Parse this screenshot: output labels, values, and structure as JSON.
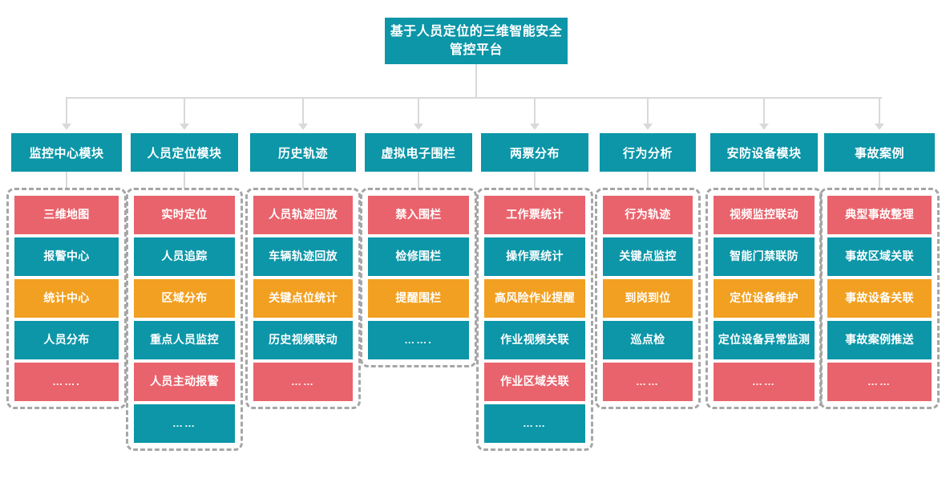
{
  "title": {
    "text": "基于人员定位的三维智能安全管控平台"
  },
  "colors": {
    "teal": "#0c96a8",
    "red": "#e9636c",
    "amber": "#f2a021",
    "connector": "#d9d9d9",
    "dashed_border": "#a6a6a6",
    "background": "#ffffff"
  },
  "columns": [
    {
      "header": "监控中心模块",
      "items": [
        {
          "label": "三维地图",
          "color": "red"
        },
        {
          "label": "报警中心",
          "color": "teal"
        },
        {
          "label": "统计中心",
          "color": "amber"
        },
        {
          "label": "人员分布",
          "color": "teal"
        },
        {
          "label": "…….",
          "color": "red"
        }
      ]
    },
    {
      "header": "人员定位模块",
      "items": [
        {
          "label": "实时定位",
          "color": "red"
        },
        {
          "label": "人员追踪",
          "color": "teal"
        },
        {
          "label": "区域分布",
          "color": "amber"
        },
        {
          "label": "重点人员监控",
          "color": "teal"
        },
        {
          "label": "人员主动报警",
          "color": "red"
        },
        {
          "label": "……",
          "color": "teal"
        }
      ]
    },
    {
      "header": "历史轨迹",
      "items": [
        {
          "label": "人员轨迹回放",
          "color": "red"
        },
        {
          "label": "车辆轨迹回放",
          "color": "teal"
        },
        {
          "label": "关键点位统计",
          "color": "amber"
        },
        {
          "label": "历史视频联动",
          "color": "teal"
        },
        {
          "label": "……",
          "color": "red"
        }
      ]
    },
    {
      "header": "虚拟电子围栏",
      "items": [
        {
          "label": "禁入围栏",
          "color": "red"
        },
        {
          "label": "检修围栏",
          "color": "teal"
        },
        {
          "label": "提醒围栏",
          "color": "amber"
        },
        {
          "label": "…….",
          "color": "teal"
        }
      ]
    },
    {
      "header": "两票分布",
      "items": [
        {
          "label": "工作票统计",
          "color": "red"
        },
        {
          "label": "操作票统计",
          "color": "teal"
        },
        {
          "label": "高风险作业提醒",
          "color": "amber"
        },
        {
          "label": "作业视频关联",
          "color": "teal"
        },
        {
          "label": "作业区域关联",
          "color": "red"
        },
        {
          "label": "……",
          "color": "teal"
        }
      ]
    },
    {
      "header": "行为分析",
      "items": [
        {
          "label": "行为轨迹",
          "color": "red"
        },
        {
          "label": "关键点监控",
          "color": "teal"
        },
        {
          "label": "到岗到位",
          "color": "amber"
        },
        {
          "label": "巡点检",
          "color": "teal"
        },
        {
          "label": "……",
          "color": "red"
        }
      ]
    },
    {
      "header": "安防设备模块",
      "items": [
        {
          "label": "视频监控联动",
          "color": "red"
        },
        {
          "label": "智能门禁联防",
          "color": "teal"
        },
        {
          "label": "定位设备维护",
          "color": "amber"
        },
        {
          "label": "定位设备异常监测",
          "color": "teal"
        },
        {
          "label": "……",
          "color": "red"
        }
      ]
    },
    {
      "header": "事故案例",
      "items": [
        {
          "label": "典型事故整理",
          "color": "red"
        },
        {
          "label": "事故区域关联",
          "color": "teal"
        },
        {
          "label": "事故设备关联",
          "color": "amber"
        },
        {
          "label": "事故案例推送",
          "color": "teal"
        },
        {
          "label": "……",
          "color": "red"
        }
      ]
    }
  ]
}
